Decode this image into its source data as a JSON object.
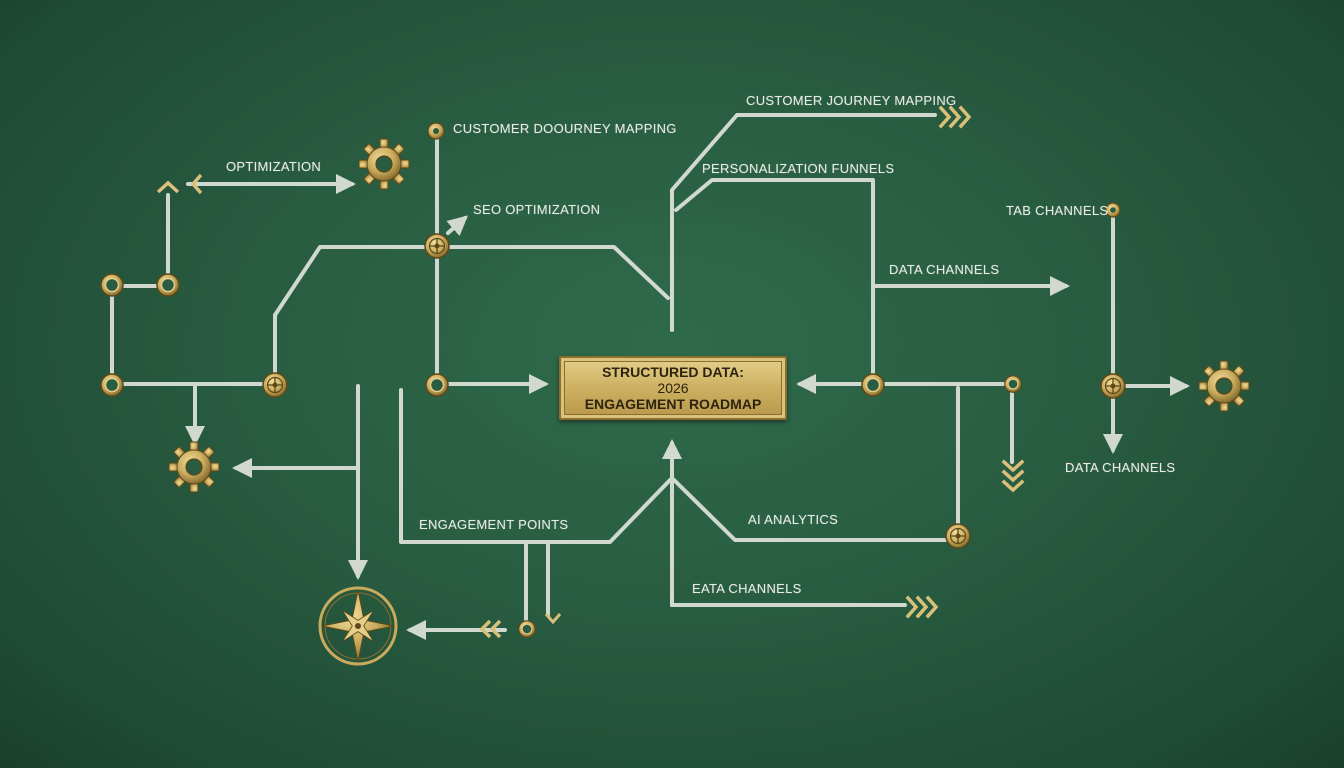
{
  "center": {
    "line1": "STRUCTURED DATA:",
    "line2": "2026",
    "line3": "ENGAGEMENT ROADMAP"
  },
  "labels": {
    "optimization": "OPTIMIZATION",
    "customer_doourney": "CUSTOMER DOOURNEY MAPPING",
    "seo_optimization": "SEO OPTIMIZATION",
    "customer_journey": "CUSTOMER JOURNEY MAPPING",
    "personalization": "PERSONALIZATION FUNNELS",
    "data_channels_mid": "DATA CHANNELS",
    "tab_channels": "TAB CHANNELS",
    "data_channels_right": "DATA CHANNELS",
    "engagement_points": "ENGAGEMENT POINTS",
    "ai_analytics": "AI ANALYTICS",
    "eata_channels": "EATA CHANNELS"
  },
  "colors": {
    "board": "#285c41",
    "chalk": "#dfe3dc",
    "brass": "#c9ab5e",
    "brass_dark": "#7d6226"
  },
  "icons": [
    "gear-icon",
    "compass-icon",
    "node-icon",
    "chevron-arrow-icon",
    "arrow-icon"
  ]
}
